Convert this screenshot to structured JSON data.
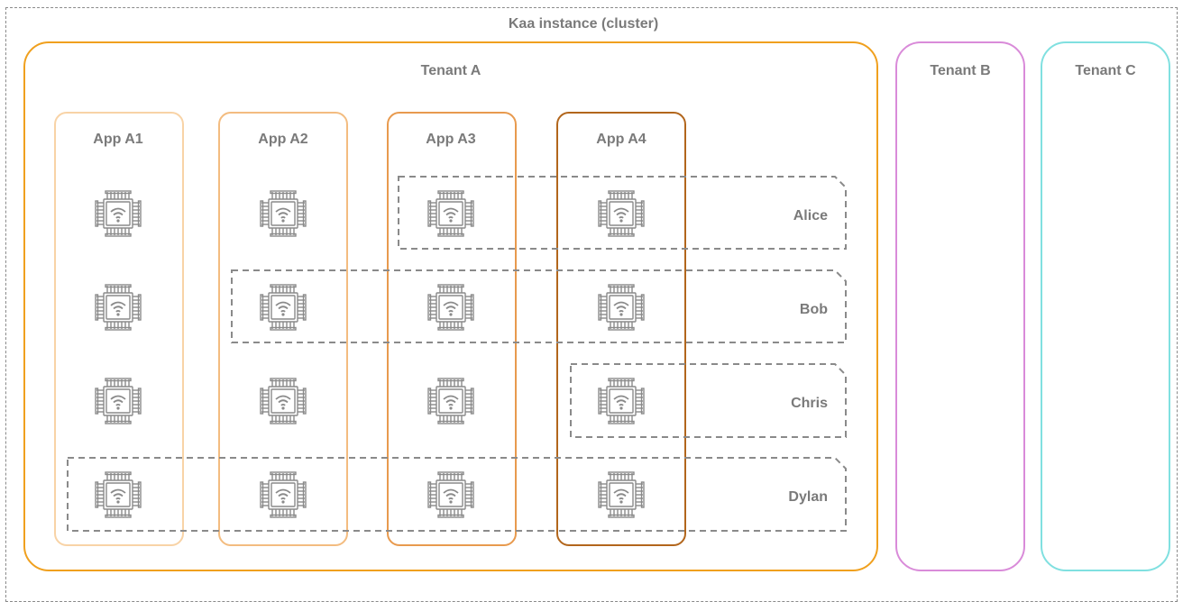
{
  "cluster": {
    "title": "Kaa instance (cluster)"
  },
  "tenants": [
    {
      "label": "Tenant A",
      "color": "#f0a01e"
    },
    {
      "label": "Tenant B",
      "color": "#d98bd9"
    },
    {
      "label": "Tenant C",
      "color": "#80e0e0"
    }
  ],
  "apps": [
    {
      "label": "App A1",
      "color": "#f8d3a6"
    },
    {
      "label": "App A2",
      "color": "#f3bc80"
    },
    {
      "label": "App A3",
      "color": "#e89a4e"
    },
    {
      "label": "App A4",
      "color": "#b2661c"
    }
  ],
  "users": [
    {
      "label": "Alice"
    },
    {
      "label": "Bob"
    },
    {
      "label": "Chris"
    },
    {
      "label": "Dylan"
    }
  ],
  "device_icon": "iot-chip-wifi-icon",
  "line_color": "#8a8a8a"
}
